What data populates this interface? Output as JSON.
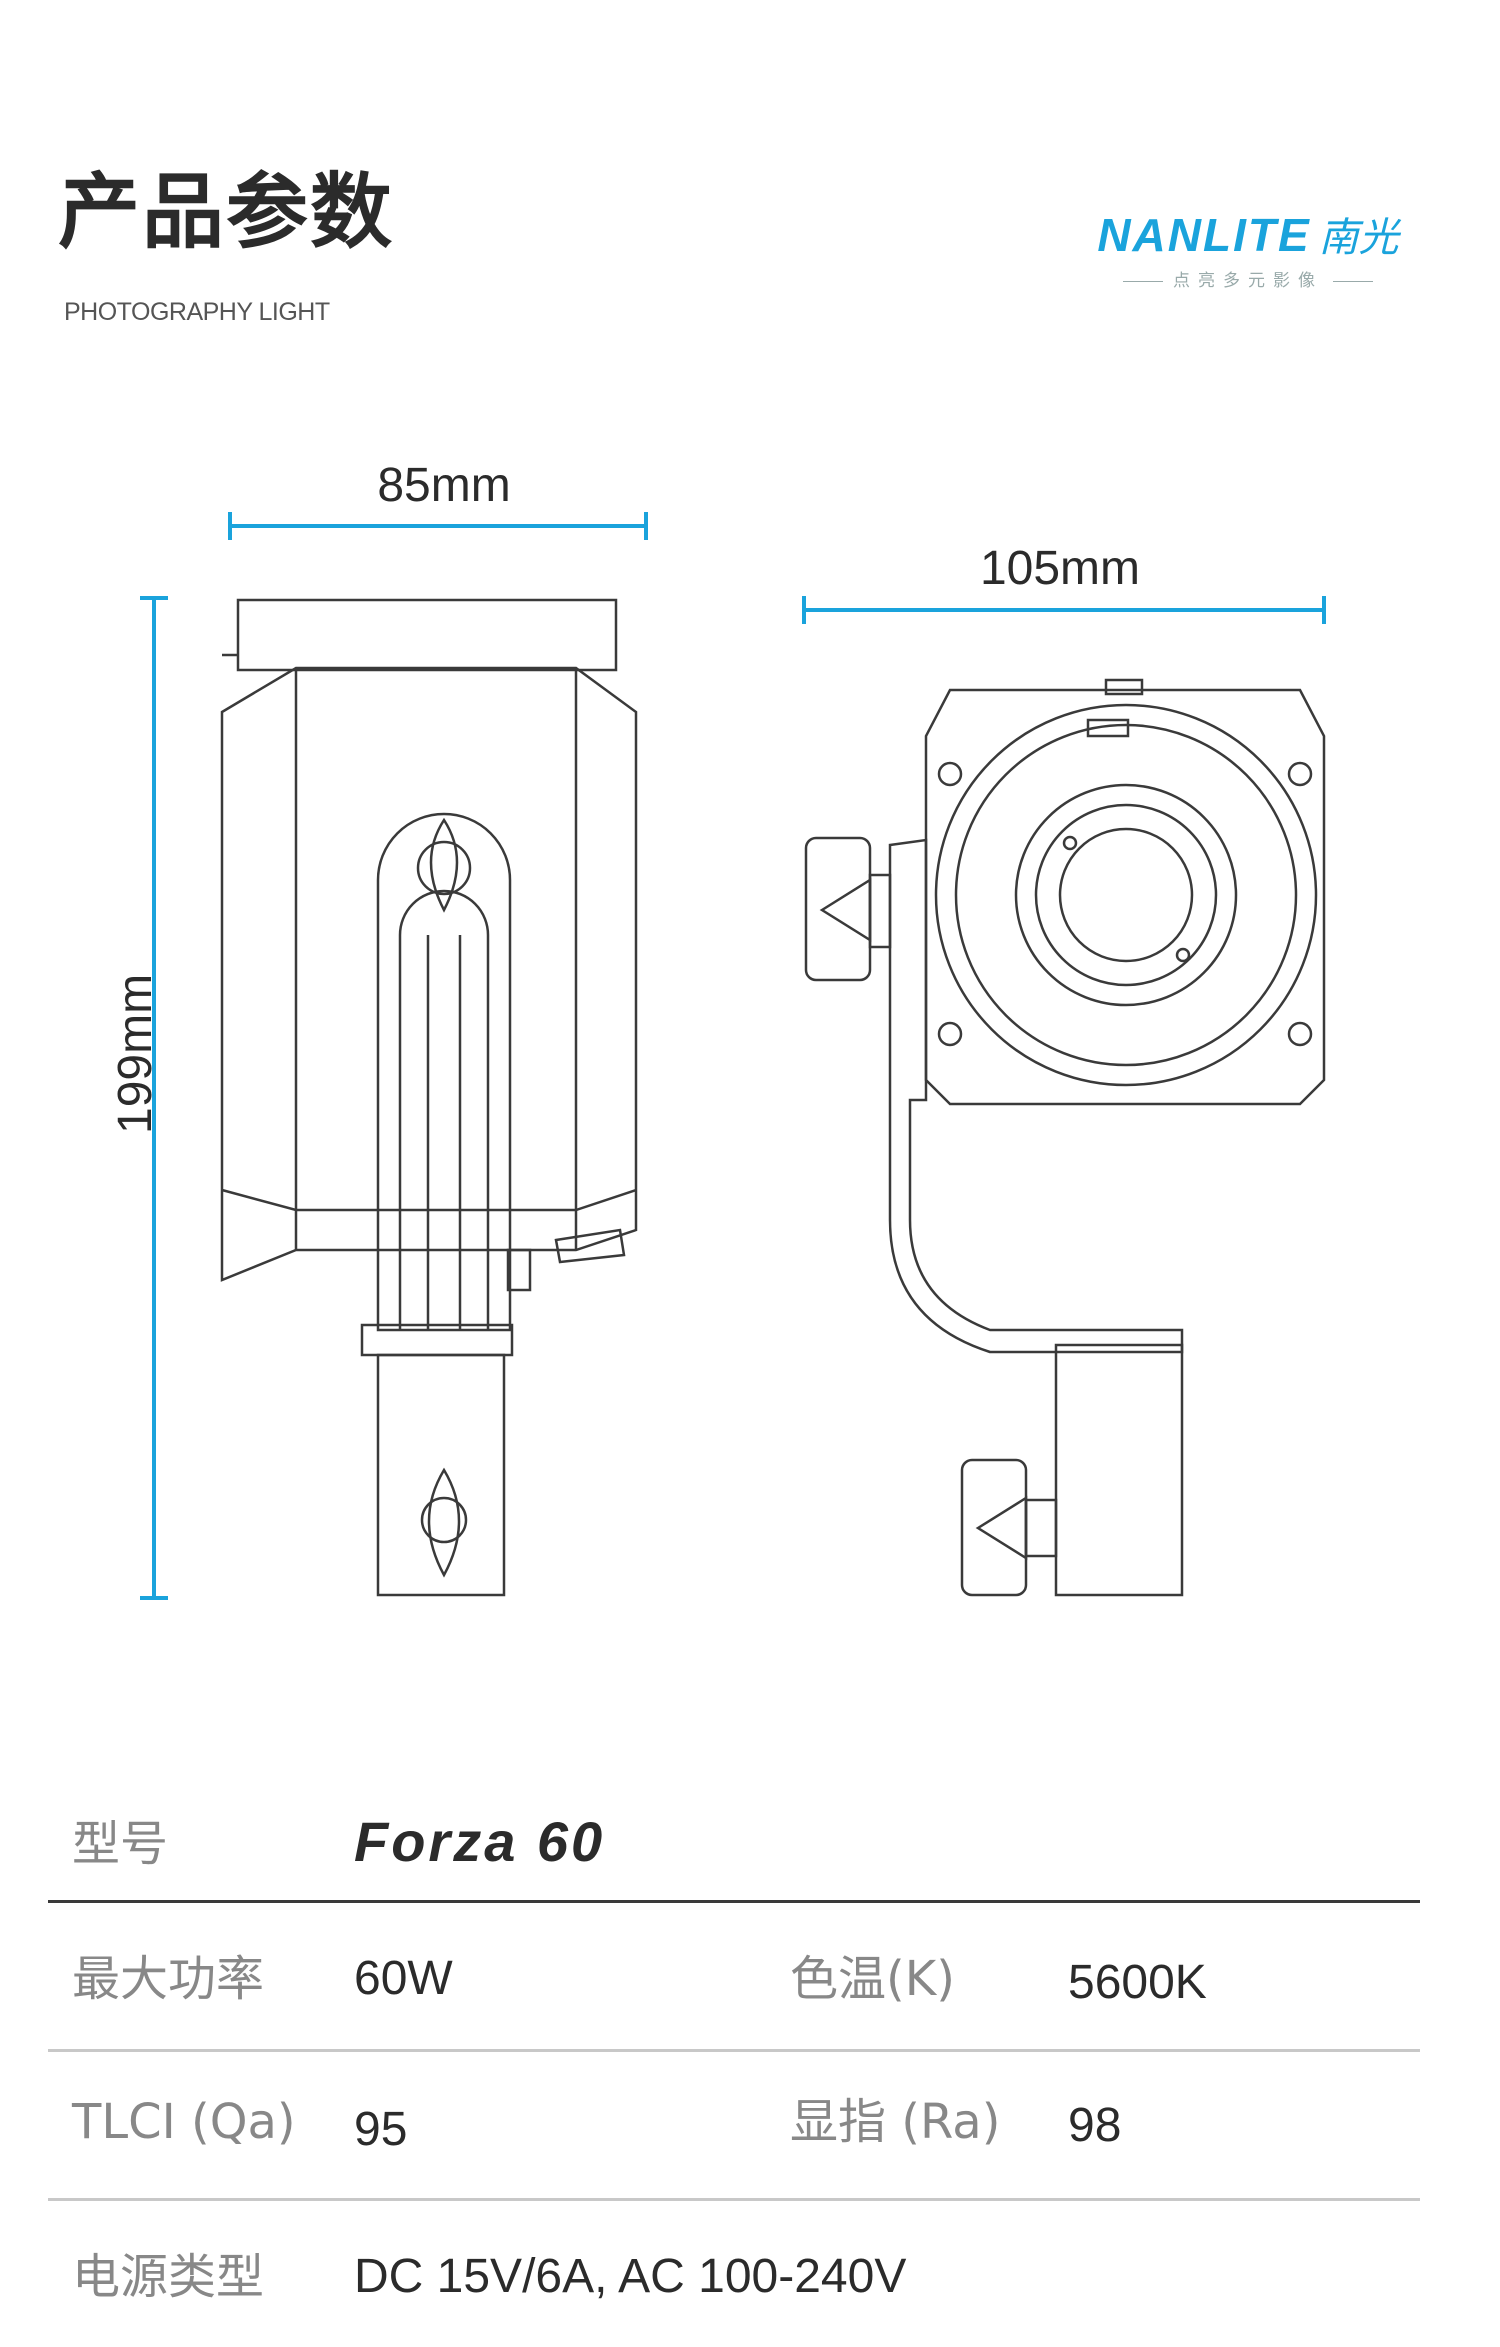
{
  "header": {
    "title": "产品参数",
    "subtitle": "PHOTOGRAPHY LIGHT",
    "brand_name": "NANLITE",
    "brand_cn": "南光",
    "brand_tagline": "点亮多元影像"
  },
  "dimensions": {
    "depth": "85mm",
    "width": "105mm",
    "height": "199mm"
  },
  "colors": {
    "accent": "#1aa3dc",
    "text_dark": "#2b2b2b",
    "label_gray": "#888888"
  },
  "specs": {
    "model_label": "型号",
    "model_value": "Forza 60",
    "power_label": "最大功率",
    "power_value": "60W",
    "cct_label": "色温(K)",
    "cct_value": "5600K",
    "tlci_label": "TLCI (Qa)",
    "tlci_value": "95",
    "cri_label": "显指 (Ra)",
    "cri_value": "98",
    "psu_label": "电源类型",
    "psu_value": "DC 15V/6A, AC 100-240V"
  }
}
